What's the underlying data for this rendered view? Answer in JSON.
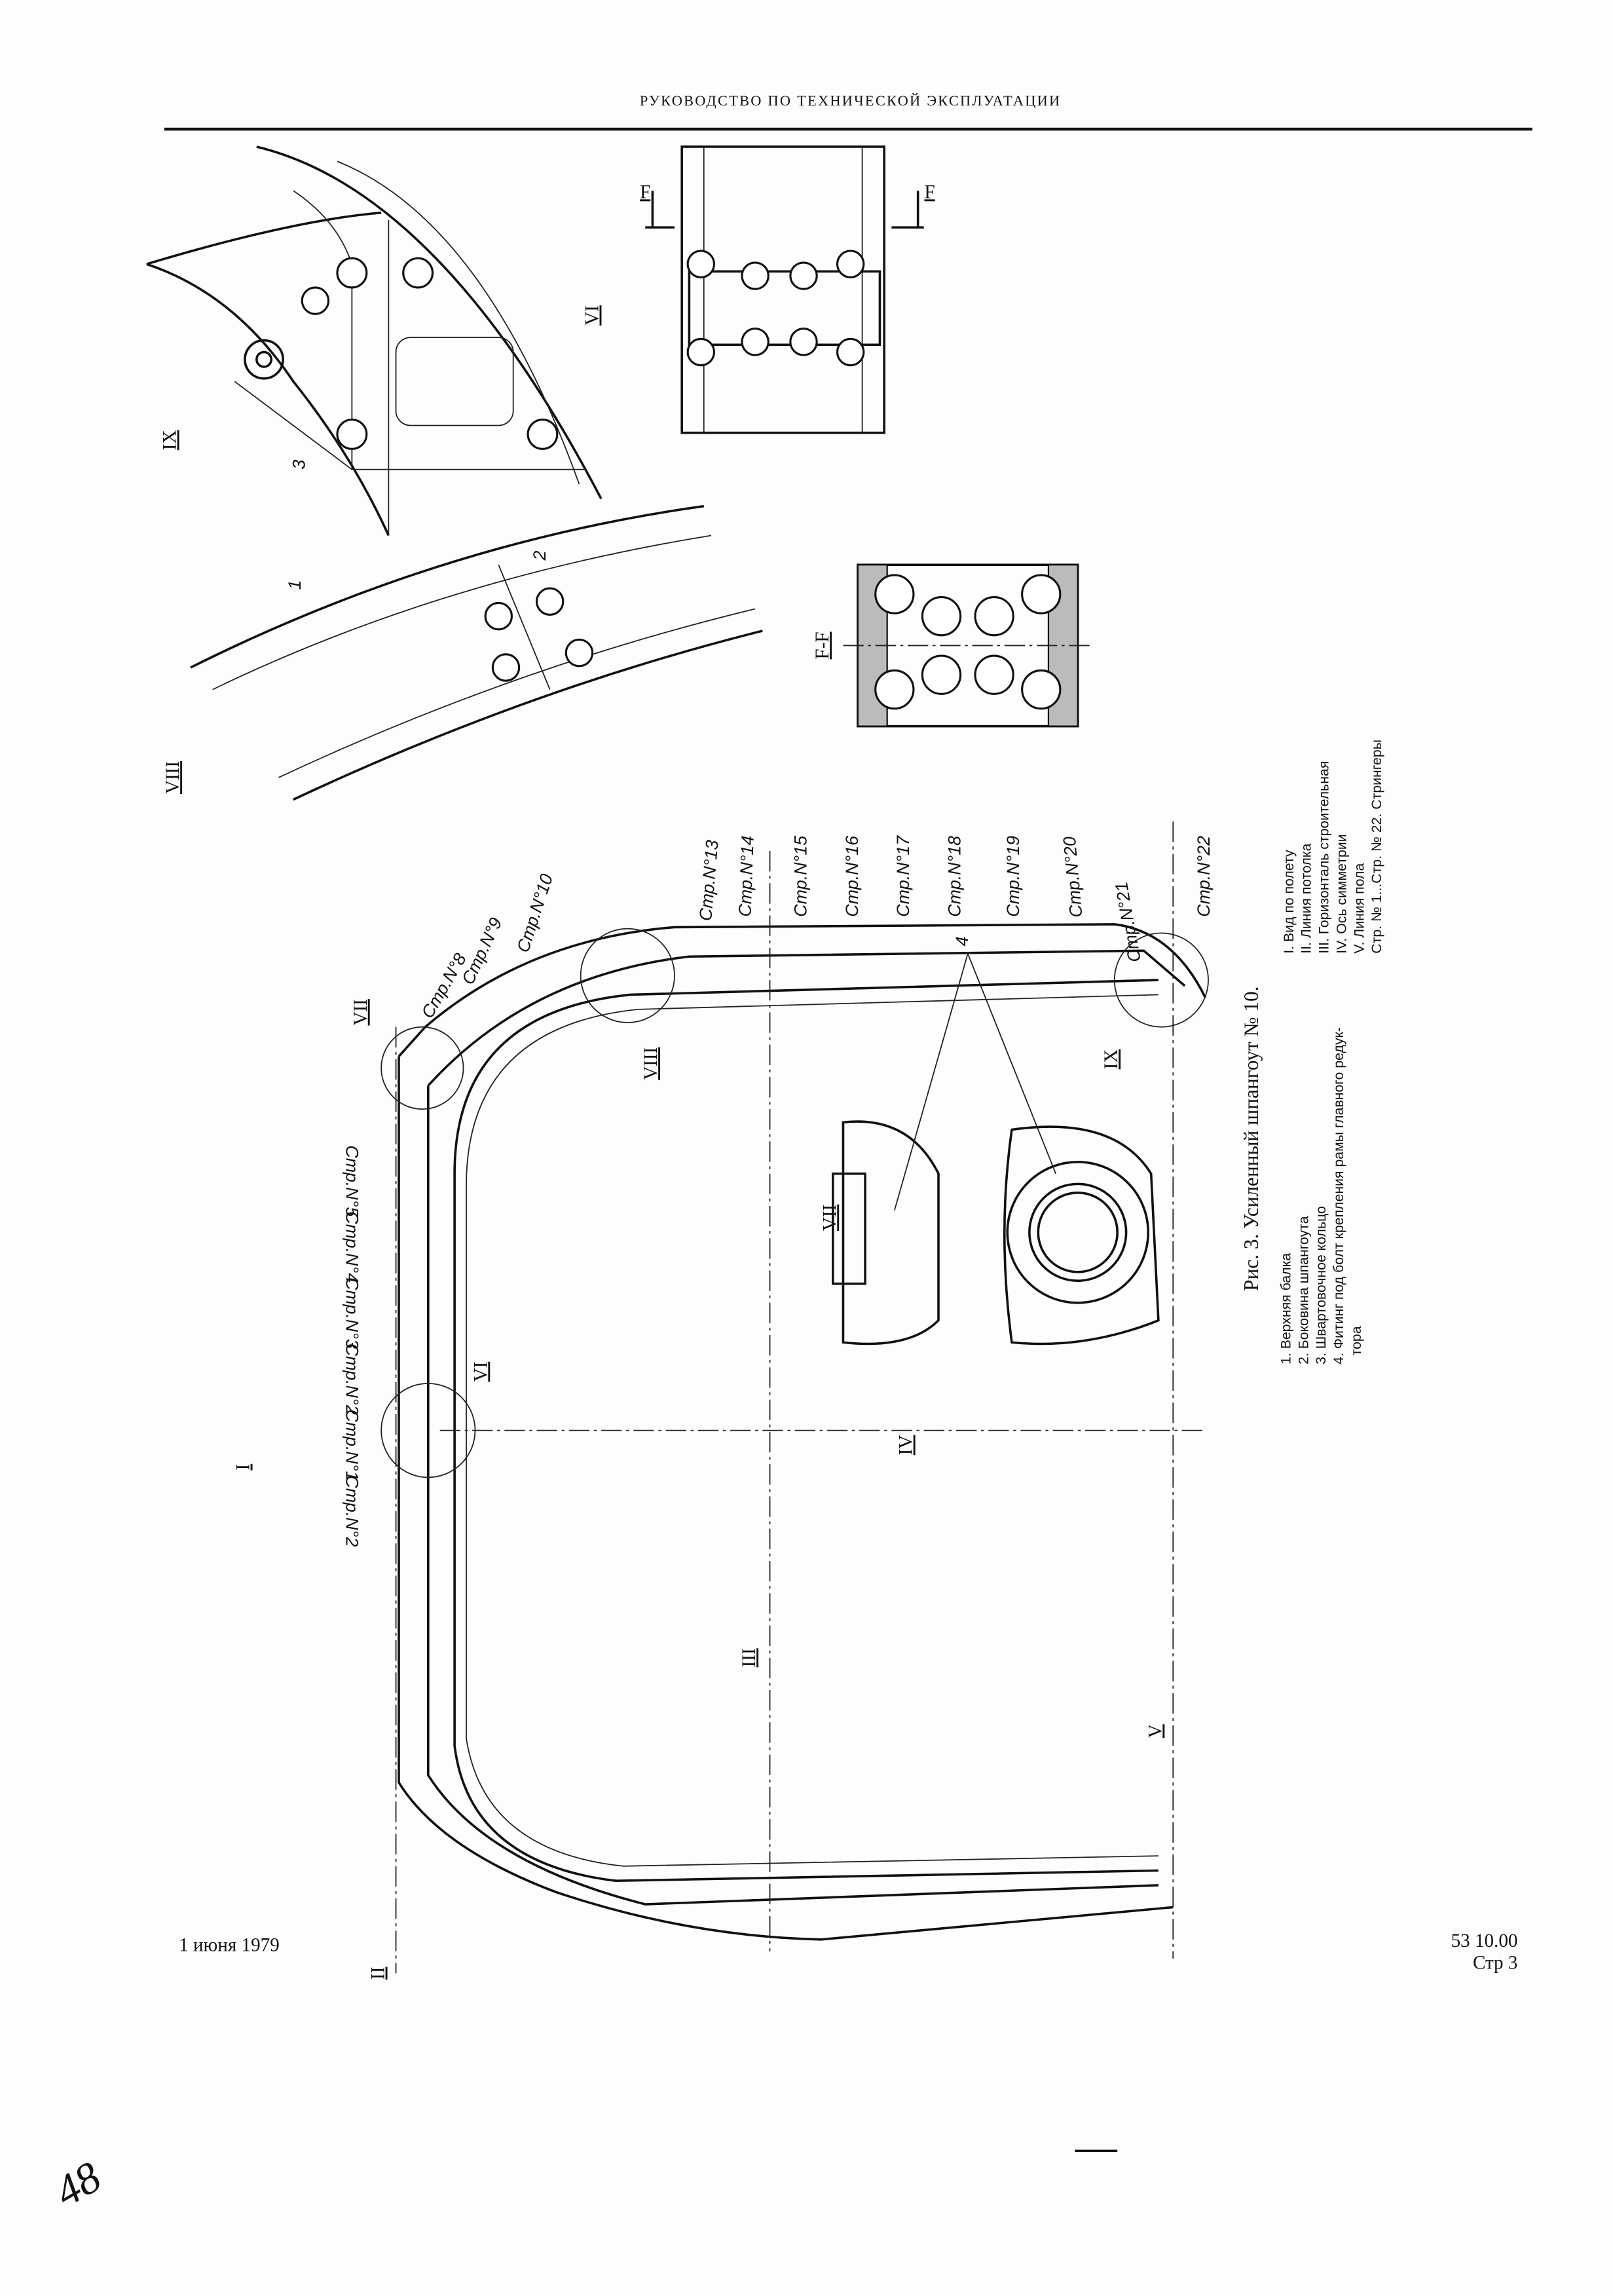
{
  "header": {
    "title": "РУКОВОДСТВО ПО ТЕХНИЧЕСКОЙ ЭКСПЛУАТАЦИИ"
  },
  "figure": {
    "caption": "Рис. 3. Усиленный шпангоут № 10.",
    "legend_parts": [
      "1. Верхняя балка",
      "2. Боковина шпангоута",
      "3. Швартовочное кольцо",
      "4. Фитинг под болт крепления рамы главного редук-",
      "тора"
    ],
    "legend_lines": [
      "I. Вид по полету",
      "II. Линия потолка",
      "III. Горизонталь строительная",
      "IV. Ось симметрии",
      "V. Линия пола",
      "Стр. № 1...Стр. № 22. Стрингеры"
    ],
    "stringers_left": [
      "Стр.N°5",
      "Стр.N°4",
      "Стр.N°3",
      "Стр.N°2",
      "Стр.N°1",
      "Стр.N°2"
    ],
    "stringers_top": [
      "Стр.N°8",
      "Стр.N°9",
      "Стр.N°10",
      "Стр.N°13",
      "Стр.N°14",
      "Стр.N°15",
      "Стр.N°16",
      "Стр.N°17",
      "Стр.N°18",
      "Стр.N°19",
      "Стр.N°20",
      "Стр.N°21",
      "Стр.N°22"
    ],
    "views": {
      "I": "I",
      "II": "II",
      "III": "III",
      "IV": "IV",
      "V": "V",
      "VI": "VI",
      "VII": "VII",
      "VIII": "VIII",
      "IX": "IX",
      "FF": "F-F",
      "F": "F"
    },
    "parts": {
      "p1": "1",
      "p2": "2",
      "p3": "3",
      "p4": "4"
    }
  },
  "footer": {
    "date": "1 июня 1979",
    "code": "53 10.00",
    "page": "Стр 3"
  },
  "handwritten": "48"
}
